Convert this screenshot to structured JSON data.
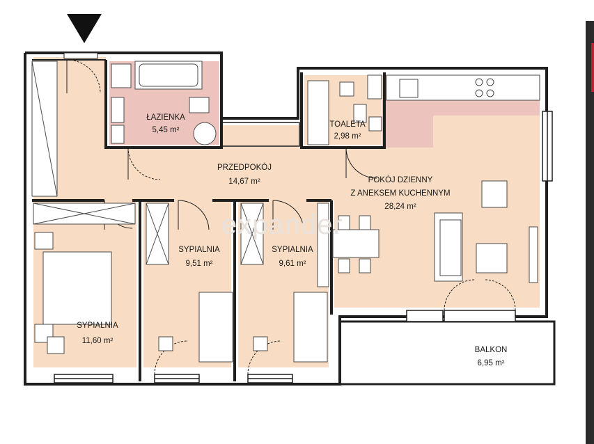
{
  "colors": {
    "floor": "#f8ddc4",
    "bathroom_tile": "#ecc4bd",
    "kitchen_tile": "#ecc4bd",
    "wall": "#1f1f1f",
    "accent": "#b3262e"
  },
  "entrance_marker": {
    "icon": "down-triangle-icon"
  },
  "watermark": "expander",
  "rooms": [
    {
      "id": "lazienka",
      "name": "ŁAZIENKA",
      "area": "5,45 m²"
    },
    {
      "id": "toaleta",
      "name": "TOALETA",
      "area": "2,98 m²"
    },
    {
      "id": "przedpokoj",
      "name": "PRZEDPOKÓJ",
      "area": "14,67 m²"
    },
    {
      "id": "pokoj-dzienny",
      "name_line1": "POKÓJ DZIENNY",
      "name_line2": "Z ANEKSEM KUCHENNYM",
      "area": "28,24 m²"
    },
    {
      "id": "sypialnia-1",
      "name": "SYPIALNIA",
      "area": "9,51 m²"
    },
    {
      "id": "sypialnia-2",
      "name": "SYPIALNIA",
      "area": "9,61 m²"
    },
    {
      "id": "sypialnia-3",
      "name": "SYPIALNIA",
      "area": "11,60 m²"
    },
    {
      "id": "balkon",
      "name": "BALKON",
      "area": "6,95 m²"
    }
  ]
}
